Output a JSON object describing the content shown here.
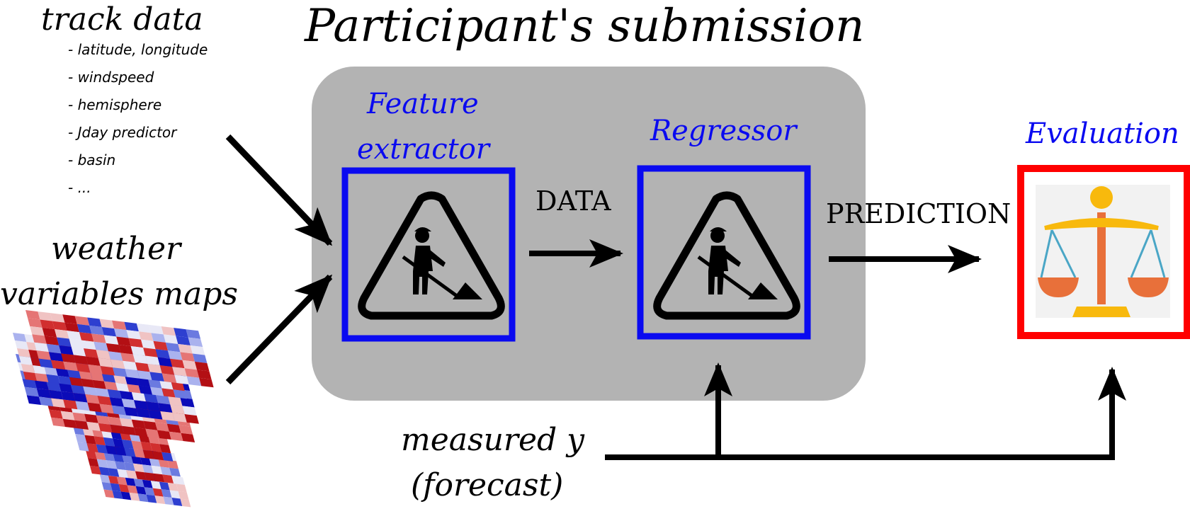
{
  "header": {
    "title": "Participant's submission"
  },
  "track": {
    "title": "track data",
    "items": [
      "- latitude, longitude",
      "- windspeed",
      "- hemisphere",
      "- Jday predictor",
      "- basin",
      "- ..."
    ]
  },
  "weather": {
    "line1": "weather",
    "line2": "variables maps"
  },
  "feature": {
    "line1": "Feature",
    "line2": "extractor"
  },
  "regressor": {
    "label": "Regressor"
  },
  "evaluation": {
    "label": "Evaluation"
  },
  "flow": {
    "data_label": "DATA",
    "prediction_label": "PREDICTION"
  },
  "measured": {
    "line1": "measured y",
    "line2": "(forecast)"
  },
  "colors": {
    "panel": "#b3b3b3",
    "box_blue": "#0a0af0",
    "box_red": "#ff0000",
    "scale_pole": "#e8703a",
    "scale_gold": "#f8b90d",
    "scale_string": "#4aa6c6"
  }
}
